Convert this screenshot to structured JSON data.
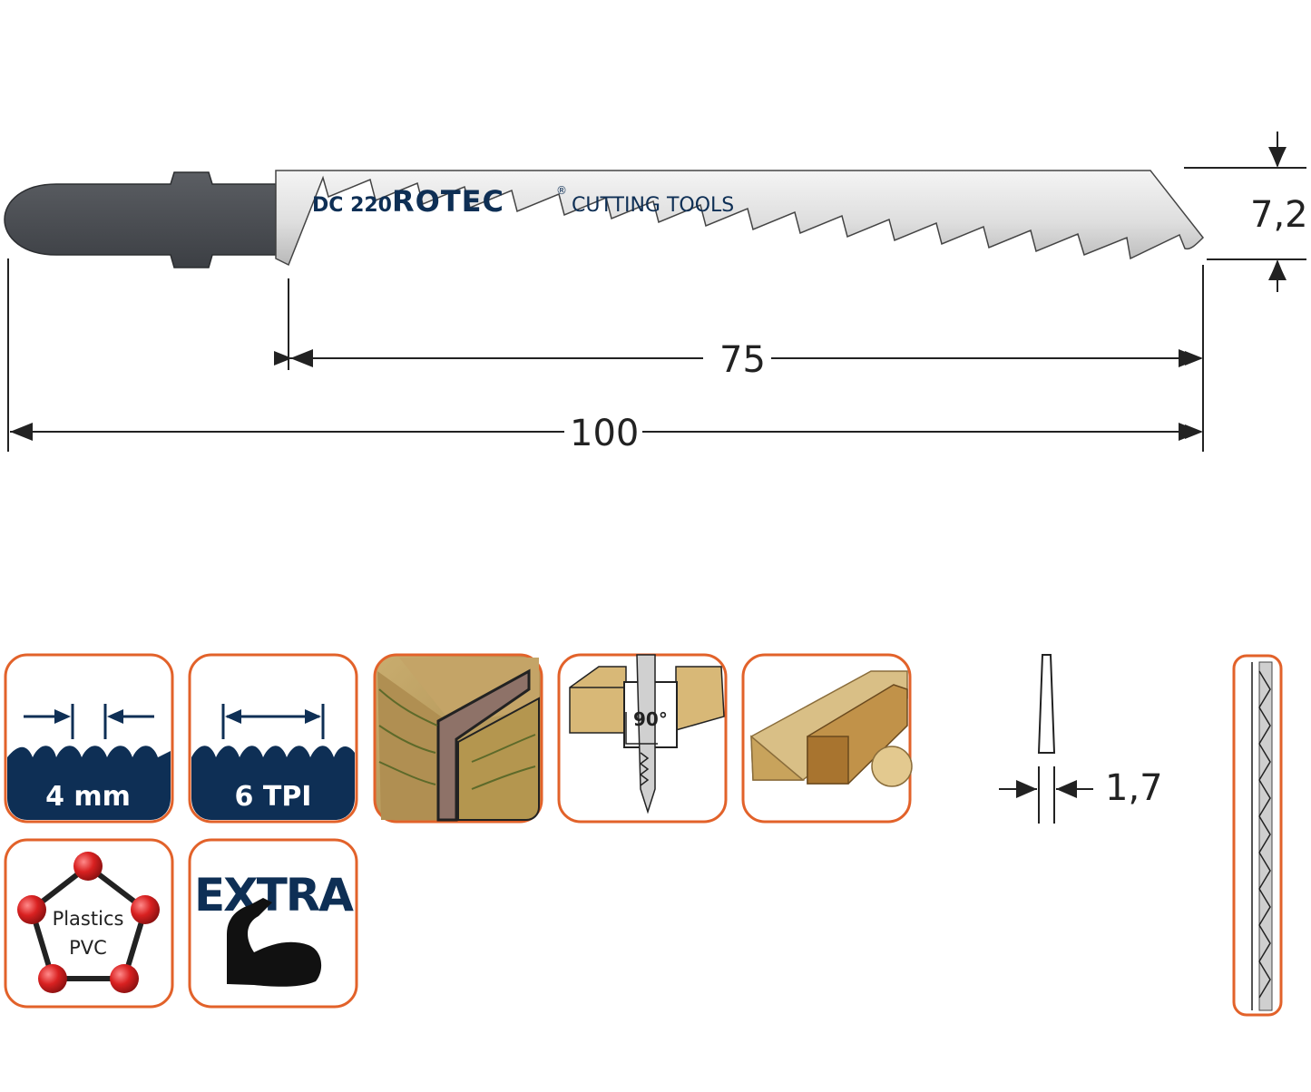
{
  "blade": {
    "model": "DC 220",
    "brand": "ROTEC",
    "registered": "®",
    "tagline": "CUTTING TOOLS"
  },
  "dimensions": {
    "total_length": "100",
    "cutting_length": "75",
    "width": "7,2",
    "thickness": "1,7"
  },
  "icons": {
    "tooth_spacing": "4 mm",
    "tpi": "6 TPI",
    "material_line1": "Plastics",
    "material_line2": "PVC",
    "strength": "EXTRA",
    "angle": "90°"
  },
  "colors": {
    "navy": "#0e2f55",
    "orange": "#e2622a",
    "dark_steel": "#4a4d52",
    "wood": "#b99a5e",
    "plastic_red": "#d92121"
  }
}
